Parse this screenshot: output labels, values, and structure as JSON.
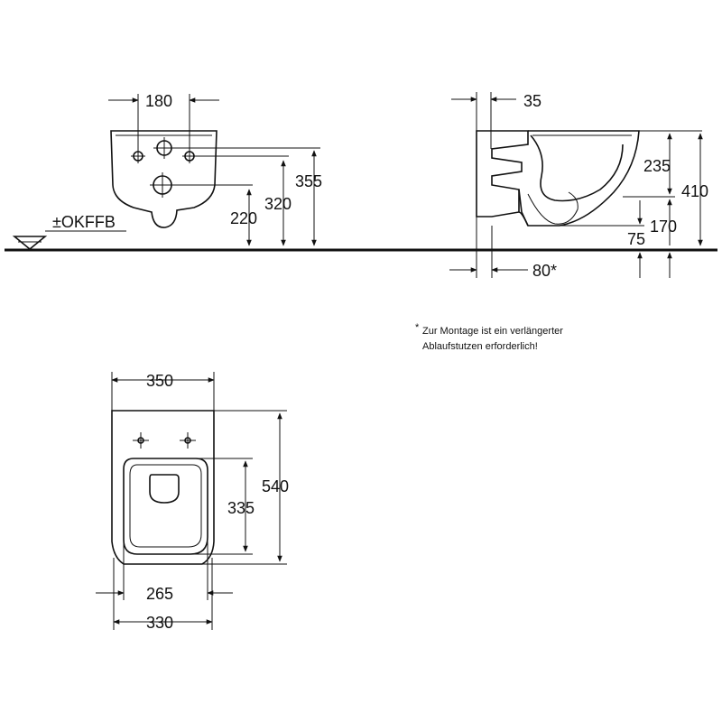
{
  "front_view": {
    "width_holes": "180",
    "height_220": "220",
    "height_320": "320",
    "height_355": "355",
    "floor_label": "±OKFFB"
  },
  "side_view": {
    "offset_35": "35",
    "height_235": "235",
    "height_410": "410",
    "height_170": "170",
    "height_75": "75",
    "depth_80": "80*"
  },
  "note": {
    "star": "*",
    "line1": "Zur Montage ist ein verlängerter",
    "line2": "Ablaufstutzen erforderlich!"
  },
  "top_view": {
    "width_350": "350",
    "length_540": "540",
    "bowl_335": "335",
    "width_265": "265",
    "width_330": "330"
  }
}
